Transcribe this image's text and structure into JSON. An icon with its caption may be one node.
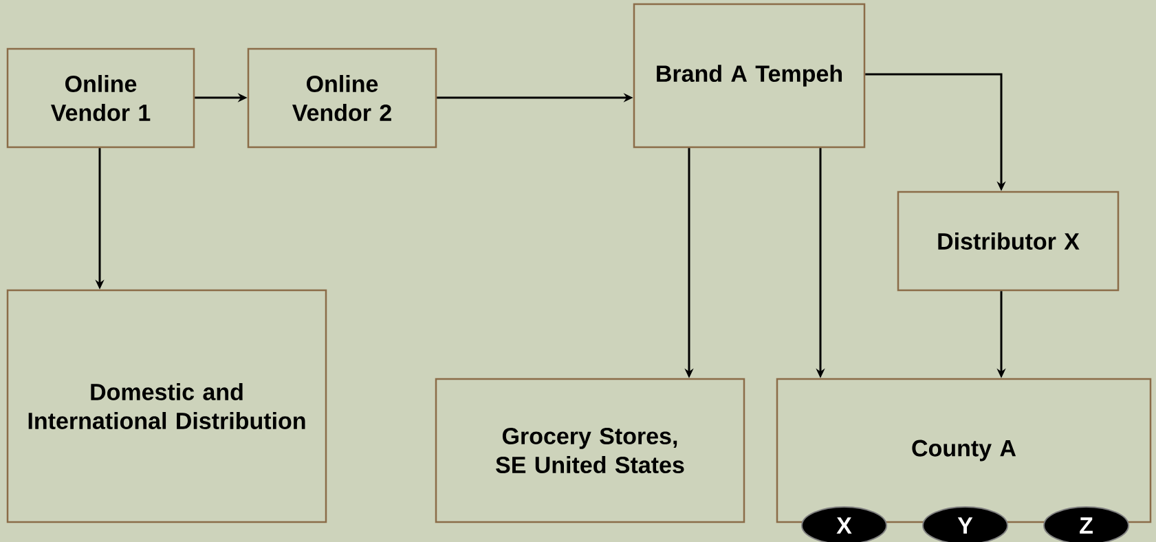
{
  "diagram": {
    "nodes": [
      {
        "text": [
          "Online Vendor 1"
        ]
      },
      {
        "text": [
          "Online Vendor 2"
        ]
      },
      {
        "text": [
          "Brand A Tempeh"
        ]
      },
      {
        "text": [
          "Distributor X"
        ]
      },
      {
        "text": [
          "Domestic and International Distribution"
        ]
      },
      {
        "text": [
          "Grocery Stores, SE United States"
        ]
      },
      {
        "text": [
          "County A"
        ]
      },
      {
        "text": [
          "X"
        ]
      },
      {
        "text": [
          "Y"
        ]
      },
      {
        "text": [
          "Z"
        ]
      }
    ],
    "edges": [
      {
        "from": 0,
        "to": 1,
        "arrow": "to"
      },
      {
        "from": 1,
        "to": 2,
        "arrow": "to"
      },
      {
        "from": 0,
        "to": 4,
        "arrow": "to"
      },
      {
        "from": 2,
        "to": 5,
        "arrow": "to"
      },
      {
        "from": 2,
        "to": 6,
        "arrow": "to"
      },
      {
        "from": 2,
        "to": 3,
        "arrow": "to"
      },
      {
        "from": 3,
        "to": 6,
        "arrow": "to"
      }
    ]
  }
}
